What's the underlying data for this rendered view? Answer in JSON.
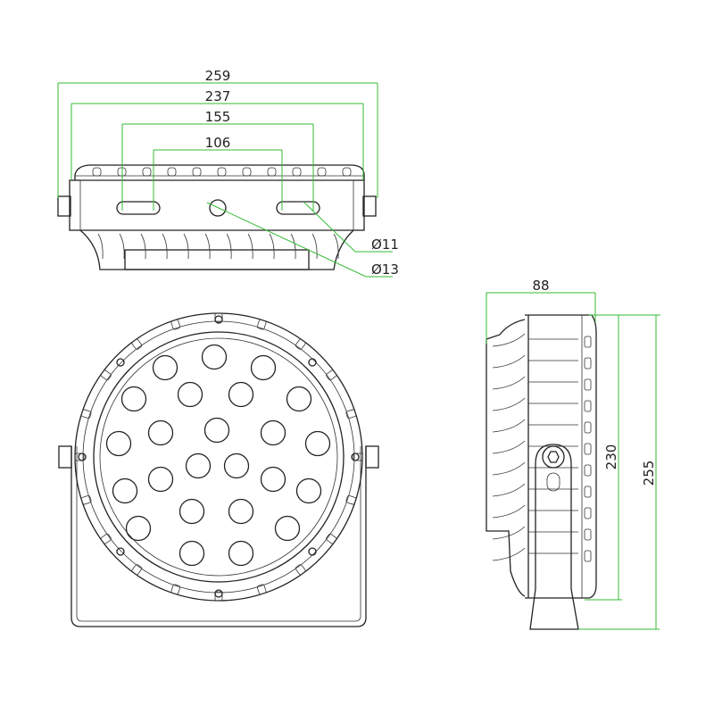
{
  "top_view": {
    "dimensions": {
      "overall_width": "259",
      "body_width": "237",
      "slot_outer_spacing": "155",
      "slot_inner_spacing": "106",
      "slot_hole": "Ø11",
      "center_hole": "Ø13"
    }
  },
  "side_view": {
    "dimensions": {
      "depth": "88",
      "body_height": "230",
      "overall_height": "255"
    }
  },
  "front_view": {
    "led_count": 24
  },
  "colors": {
    "dimension_line": "#33bb33",
    "outline": "#222222"
  }
}
